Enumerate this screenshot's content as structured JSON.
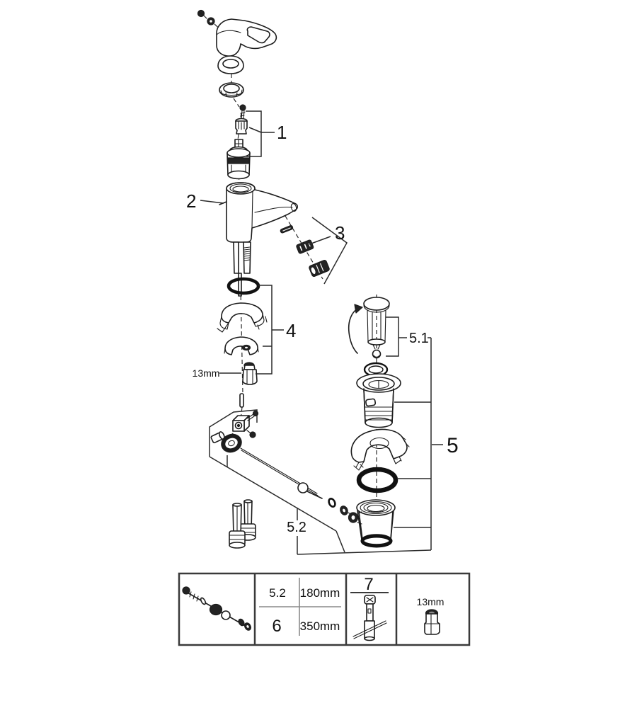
{
  "diagram": {
    "callouts": {
      "part1": "1",
      "part2": "2",
      "part3": "3",
      "part4": "4",
      "part5": "5",
      "part5_1": "5.1",
      "part5_2": "5.2"
    },
    "annotations": {
      "wrench_size": "13mm"
    }
  },
  "legend_table": {
    "rod_variants": [
      {
        "ref": "5.2",
        "length": "180mm"
      },
      {
        "ref": "6",
        "length": "350mm"
      }
    ],
    "tool_ref": "7",
    "socket_size": "13mm"
  }
}
